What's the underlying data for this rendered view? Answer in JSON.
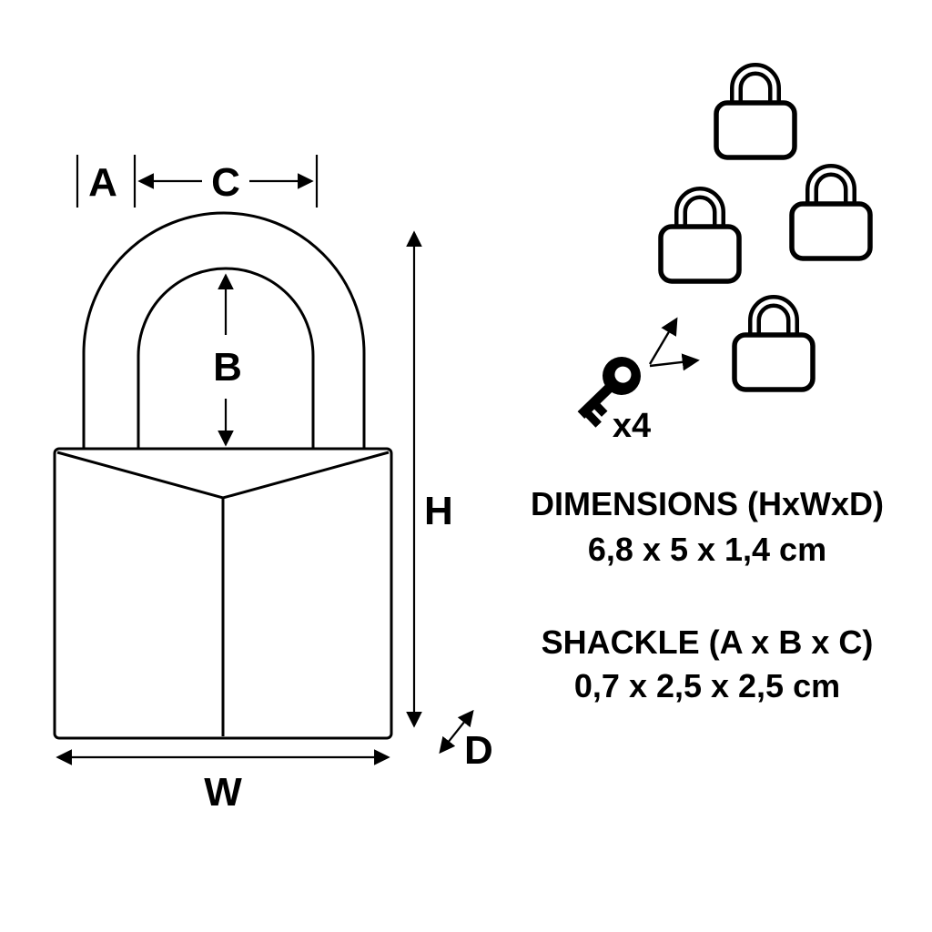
{
  "diagram": {
    "dimension_labels": {
      "A": "A",
      "B": "B",
      "C": "C",
      "H": "H",
      "W": "W",
      "D": "D"
    },
    "key_quantity": "x4",
    "spec": {
      "dimensions_title": "DIMENSIONS (HxWxD)",
      "dimensions_value": "6,8 x 5 x 1,4 cm",
      "shackle_title": "SHACKLE (A x B x C)",
      "shackle_value": "0,7 x 2,5 x 2,5 cm"
    },
    "colors": {
      "line": "#000000",
      "background": "#ffffff"
    }
  }
}
